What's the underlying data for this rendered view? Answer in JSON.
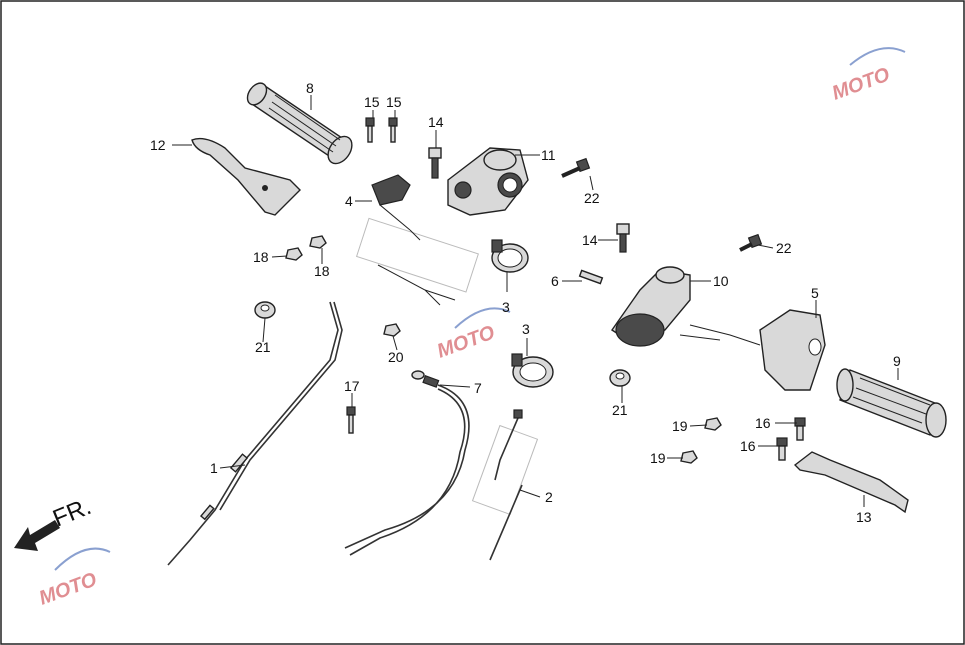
{
  "direction_label": "FR.",
  "watermark": "MOTO",
  "callouts": [
    {
      "id": "c1",
      "text": "1"
    },
    {
      "id": "c2",
      "text": "2"
    },
    {
      "id": "c3a",
      "text": "3"
    },
    {
      "id": "c3b",
      "text": "3"
    },
    {
      "id": "c4",
      "text": "4"
    },
    {
      "id": "c5",
      "text": "5"
    },
    {
      "id": "c6",
      "text": "6"
    },
    {
      "id": "c7",
      "text": "7"
    },
    {
      "id": "c8",
      "text": "8"
    },
    {
      "id": "c9",
      "text": "9"
    },
    {
      "id": "c10",
      "text": "10"
    },
    {
      "id": "c11",
      "text": "11"
    },
    {
      "id": "c12",
      "text": "12"
    },
    {
      "id": "c13",
      "text": "13"
    },
    {
      "id": "c14a",
      "text": "14"
    },
    {
      "id": "c14b",
      "text": "14"
    },
    {
      "id": "c15a",
      "text": "15"
    },
    {
      "id": "c15b",
      "text": "15"
    },
    {
      "id": "c16a",
      "text": "16"
    },
    {
      "id": "c16b",
      "text": "16"
    },
    {
      "id": "c17",
      "text": "17"
    },
    {
      "id": "c18a",
      "text": "18"
    },
    {
      "id": "c18b",
      "text": "18"
    },
    {
      "id": "c19a",
      "text": "19"
    },
    {
      "id": "c19b",
      "text": "19"
    },
    {
      "id": "c20",
      "text": "20"
    },
    {
      "id": "c21a",
      "text": "21"
    },
    {
      "id": "c21b",
      "text": "21"
    },
    {
      "id": "c22a",
      "text": "22"
    },
    {
      "id": "c22b",
      "text": "22"
    }
  ]
}
